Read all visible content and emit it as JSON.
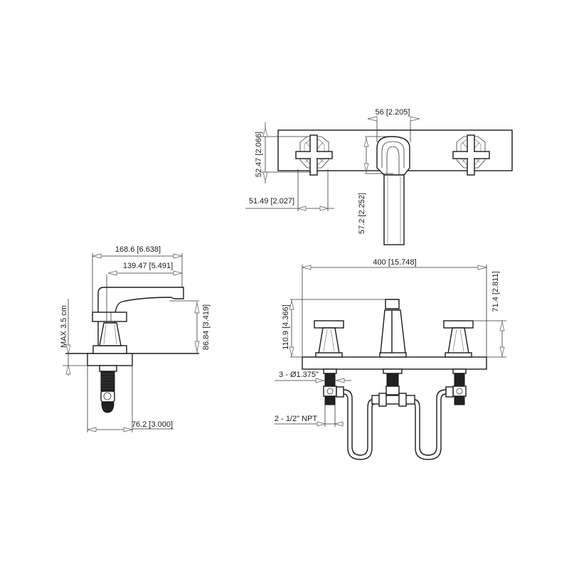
{
  "diagram": {
    "title": "Widespread faucet dimensional drawing",
    "line_color": "#1a1a1a",
    "background": "#ffffff",
    "views": {
      "top_view": {
        "dimensions": {
          "spout_width": "56 [2.205]",
          "handle_height": "52.47 [2.066]",
          "handle_width": "51.49 [2.027]",
          "spout_reach": "57.2 [2.252]"
        }
      },
      "side_view": {
        "dimensions": {
          "overall_length": "168.6 [6.638]",
          "spout_reach": "139.47 [5.491]",
          "spout_height": "86.84 [3.419]",
          "deck_thickness": "MAX 3.5 cm",
          "base_width": "76.2 [3.000]"
        }
      },
      "front_view": {
        "dimensions": {
          "overall_width": "400 [15.748]",
          "spout_height": "110.9 [4.366]",
          "handle_height": "71.4 [2.811]",
          "hole_diameter": "3 - Ø1.375\"",
          "supply_connection": "2 - 1/2\" NPT"
        }
      }
    }
  }
}
